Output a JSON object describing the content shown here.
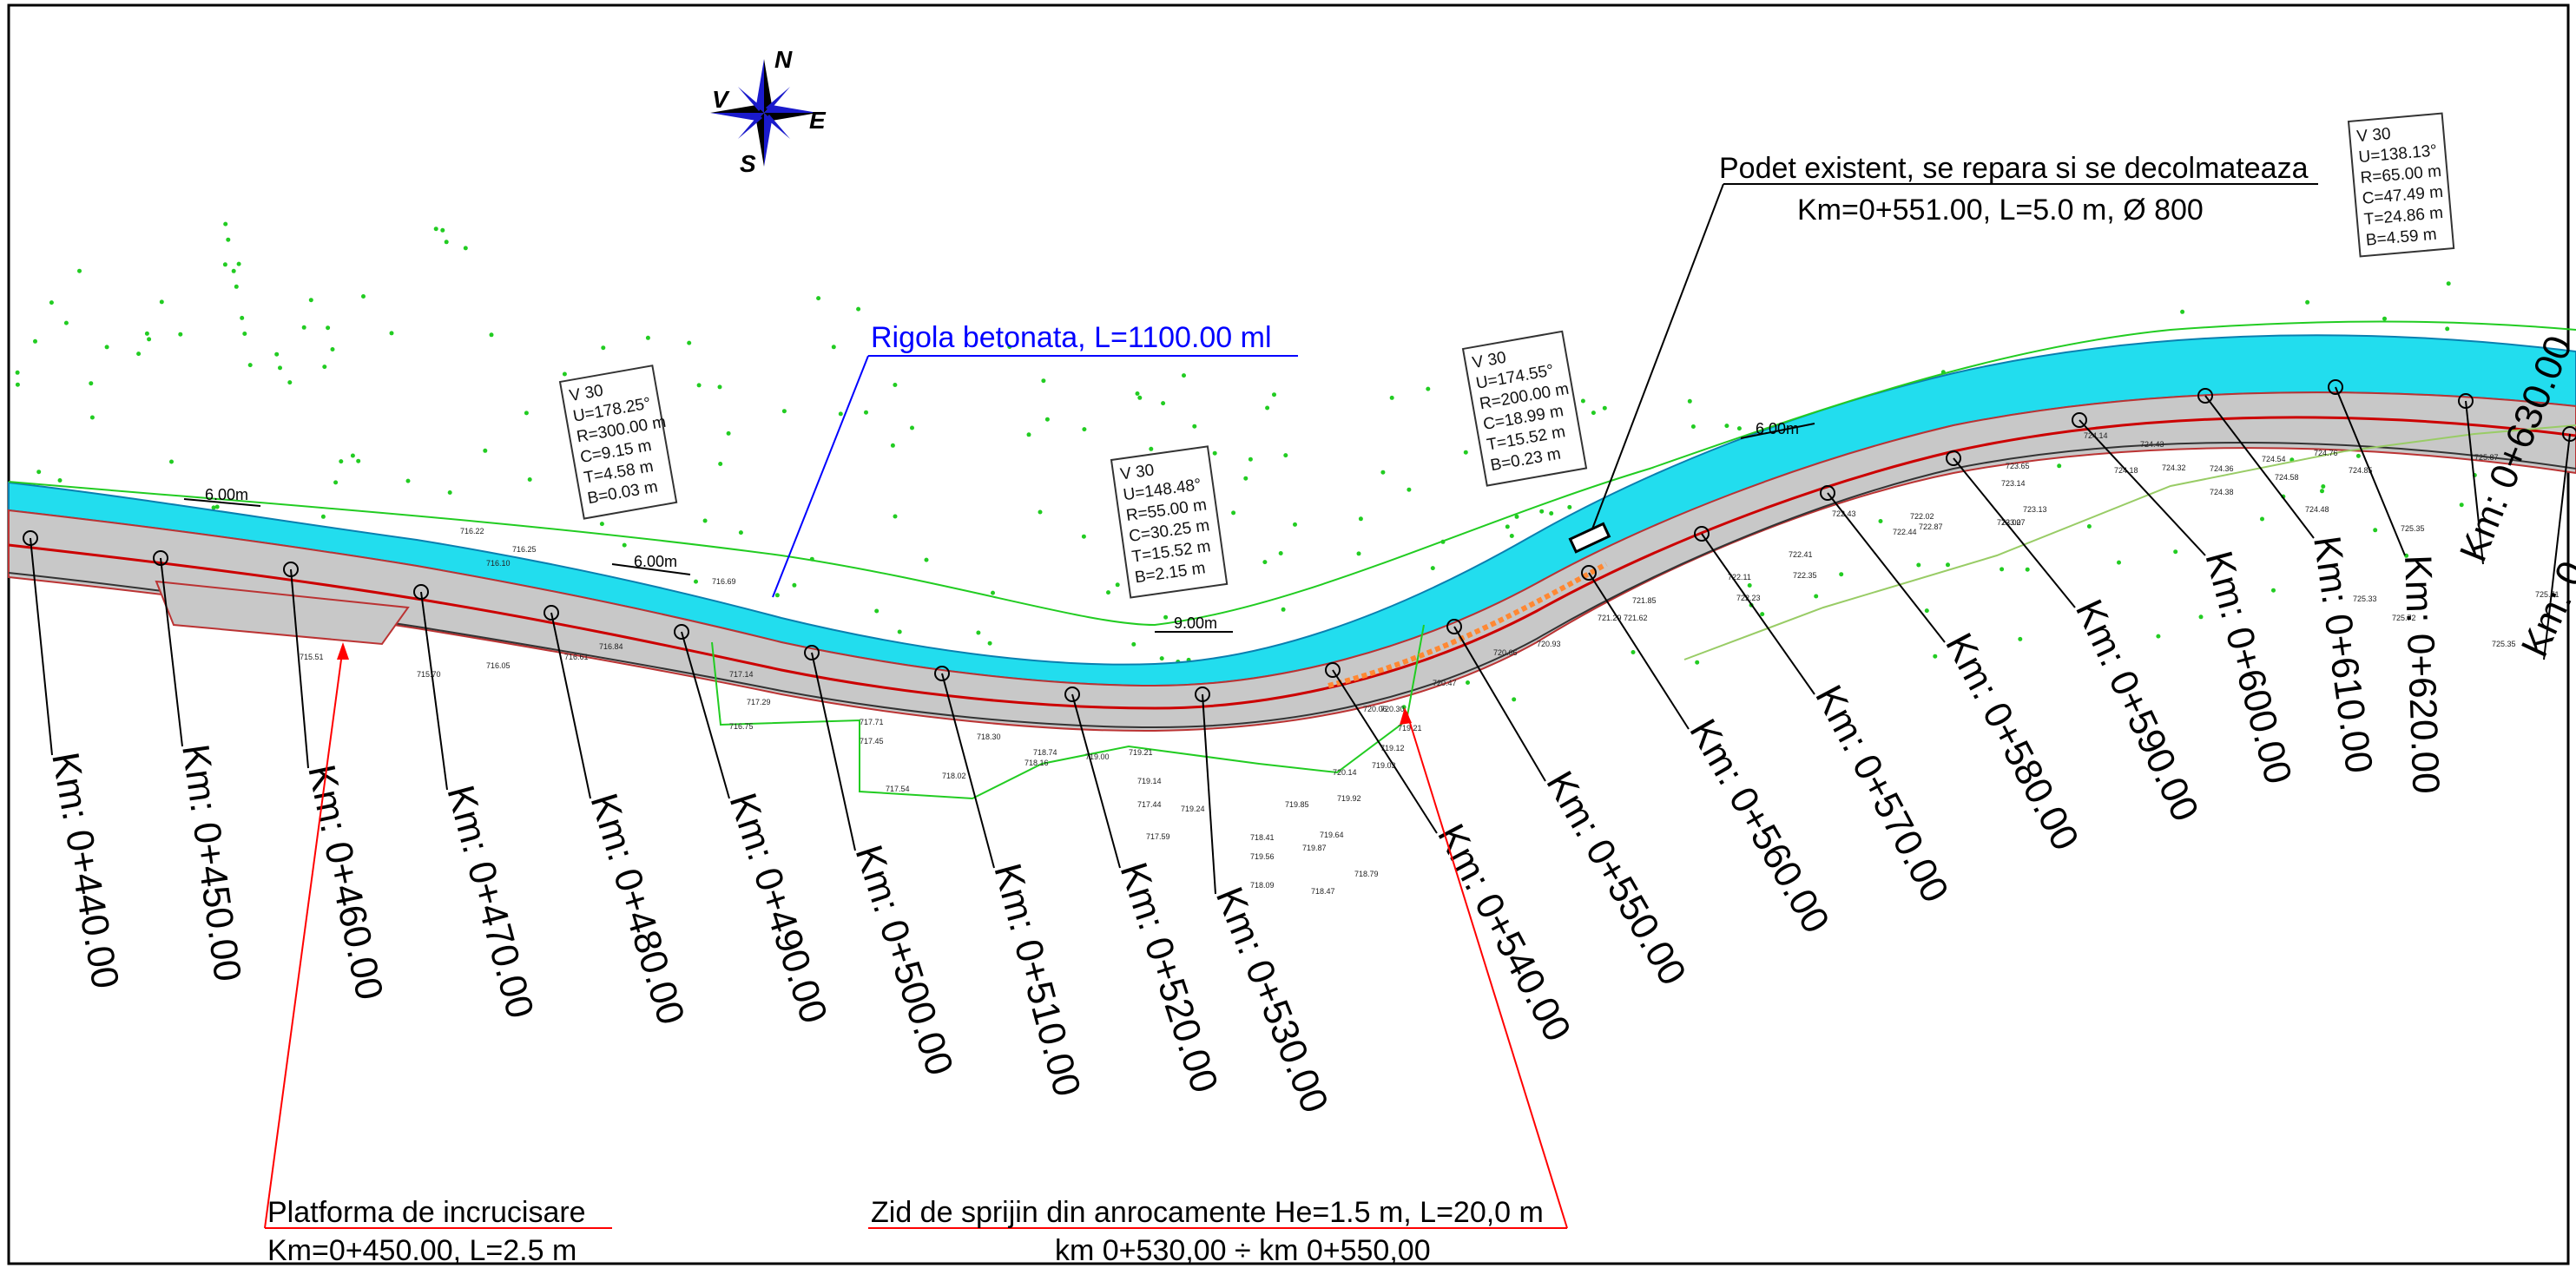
{
  "compass": {
    "n": "N",
    "e": "E",
    "s": "S",
    "w": "V"
  },
  "annotations": {
    "rigola": "Rigola betonata,  L=1100.00 ml",
    "podet_line1": "Podet existent, se repara si se decolmateaza",
    "podet_line2": "Km=0+551.00, L=5.0 m, Ø 800",
    "platforma_line1": "Platforma de incrucisare",
    "platforma_line2": "Km=0+450.00, L=2.5 m",
    "zid_line1": "Zid de sprijin din anrocamente He=1.5 m, L=20,0 m",
    "zid_line2": "km 0+530,00 ÷ km 0+550,00"
  },
  "widths": [
    "6.00m",
    "6.00m",
    "9.00m",
    "6.00m"
  ],
  "curves": [
    {
      "v": "V 30",
      "u": "U=178.25°",
      "r": "R=300.00 m",
      "c": "C=9.15 m",
      "t": "T=4.58 m",
      "b": "B=0.03 m"
    },
    {
      "v": "V 30",
      "u": "U=148.48°",
      "r": "R=55.00 m",
      "c": "C=30.25 m",
      "t": "T=15.52 m",
      "b": "B=2.15 m"
    },
    {
      "v": "V 30",
      "u": "U=174.55°",
      "r": "R=200.00 m",
      "c": "C=18.99 m",
      "t": "T=15.52 m",
      "b": "B=0.23 m"
    },
    {
      "v": "V 30",
      "u": "U=138.13°",
      "r": "R=65.00 m",
      "c": "C=47.49 m",
      "t": "T=24.86 m",
      "b": "B=4.59 m"
    }
  ],
  "stations": [
    "Km: 0+440.00",
    "Km: 0+450.00",
    "Km: 0+460.00",
    "Km: 0+470.00",
    "Km: 0+480.00",
    "Km: 0+490.00",
    "Km: 0+500.00",
    "Km: 0+510.00",
    "Km: 0+520.00",
    "Km: 0+530.00",
    "Km: 0+540.00",
    "Km: 0+550.00",
    "Km: 0+560.00",
    "Km: 0+570.00",
    "Km: 0+580.00",
    "Km: 0+590.00",
    "Km: 0+600.00",
    "Km: 0+610.00",
    "Km: 0+620.00",
    "Km: 0+630.00",
    "Km: 0"
  ],
  "elevations": [
    "716.22",
    "716.25",
    "716.10",
    "716.69",
    "715.51",
    "715.70",
    "716.05",
    "716.61",
    "716.84",
    "717.14",
    "717.29",
    "716.75",
    "717.71",
    "717.45",
    "717.54",
    "718.02",
    "718.30",
    "718.16",
    "718.74",
    "719.00",
    "719.21",
    "719.14",
    "719.24",
    "717.44",
    "717.59",
    "718.41",
    "718.09",
    "719.56",
    "719.87",
    "719.64",
    "718.47",
    "718.79",
    "719.85",
    "719.92",
    "719.12",
    "719.03",
    "719.21",
    "720.14",
    "720.06",
    "720.30",
    "720.47",
    "720.66",
    "720.93",
    "721.29",
    "721.62",
    "721.85",
    "722.11",
    "722.23",
    "722.35",
    "722.41",
    "722.43",
    "722.44",
    "722.87",
    "722.02",
    "723.02",
    "723.07",
    "723.13",
    "723.14",
    "723.65",
    "724.18",
    "724.14",
    "724.43",
    "724.32",
    "724.36",
    "724.38",
    "724.54",
    "724.58",
    "724.48",
    "724.76",
    "724.85",
    "725.35",
    "725.33",
    "725.72",
    "725.87",
    "725.71",
    "725.35"
  ]
}
